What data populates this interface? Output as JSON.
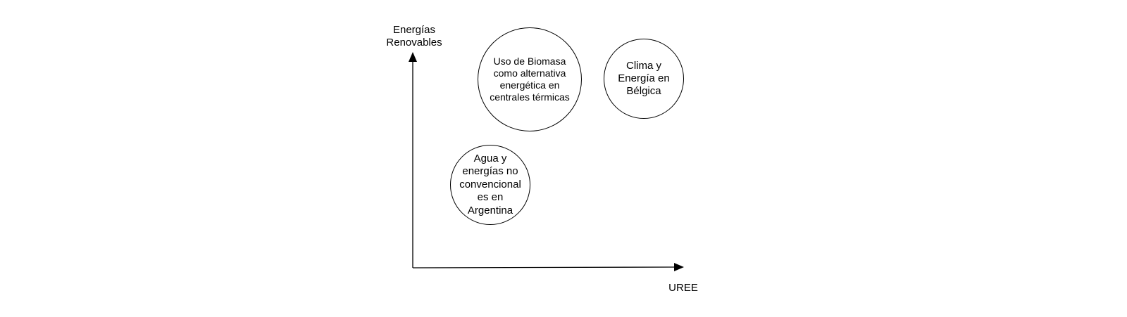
{
  "diagram": {
    "y_axis_label": [
      "Energías",
      "Renovables"
    ],
    "x_axis_label": "UREE",
    "bubbles": [
      {
        "id": "biomasa",
        "text": "Uso de Biomasa\ncomo alternativa\nenergética en\ncentrales térmicas"
      },
      {
        "id": "belgica",
        "text": "Clima y\nEnergía en\nBélgica"
      },
      {
        "id": "agua",
        "text": "Agua y\nenergías no\nconvencional\nes en\nArgentina"
      }
    ],
    "colors": {
      "stroke": "#000000",
      "background": "#ffffff"
    }
  }
}
